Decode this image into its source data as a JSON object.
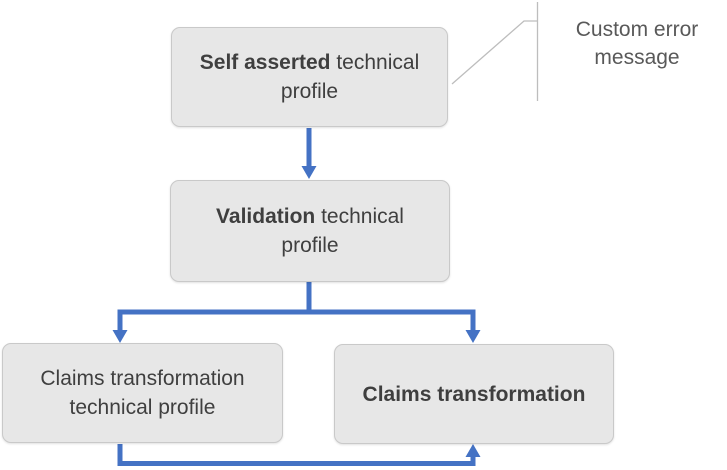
{
  "colors": {
    "arrow": "#4472C4",
    "box_fill": "#E7E7E7",
    "box_border": "#C9C9C9",
    "box_text": "#3F3F3F",
    "note_text": "#595959",
    "callout": "#BDBDBD",
    "background": "#FFFFFF"
  },
  "nodes": {
    "self_asserted": {
      "bold": "Self asserted",
      "rest": " technical profile"
    },
    "validation": {
      "bold": "Validation",
      "rest": " technical profile"
    },
    "claims_transformation_tp": {
      "bold": "",
      "rest": "Claims transformation technical profile"
    },
    "claims_transformation": {
      "bold": "Claims transformation",
      "rest": ""
    }
  },
  "annotation": {
    "text": "Custom error message"
  }
}
